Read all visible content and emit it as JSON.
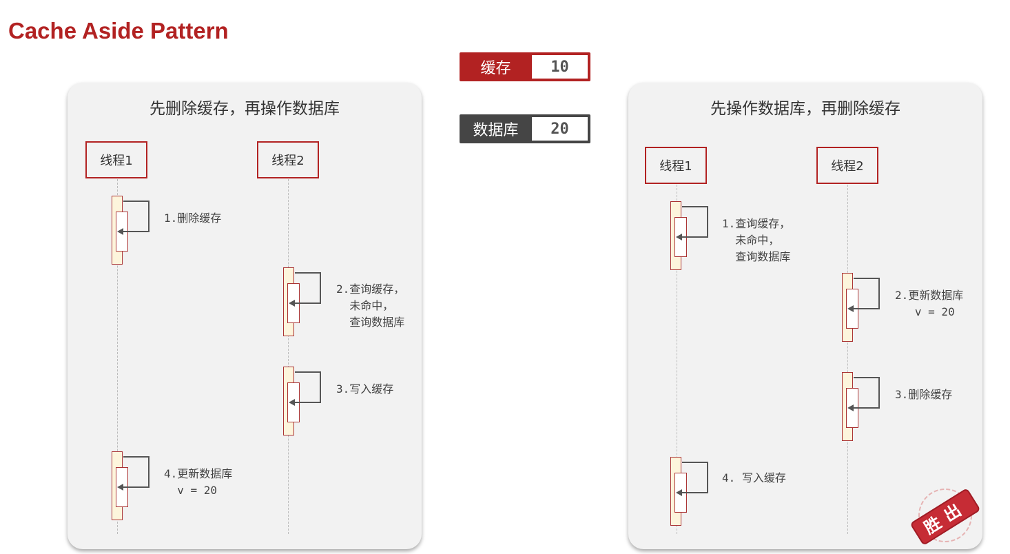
{
  "title": "Cache Aside Pattern",
  "cache": {
    "label": "缓存",
    "value": "10",
    "color": "#b22222"
  },
  "db": {
    "label": "数据库",
    "value": "20",
    "color": "#454545"
  },
  "left": {
    "title": "先删除缓存，再操作数据库",
    "thread1": "线程1",
    "thread2": "线程2",
    "steps": [
      "1.删除缓存",
      "2.查询缓存，\n  未命中，\n  查询数据库",
      "3.写入缓存",
      "4.更新数据库\n  v = 20"
    ]
  },
  "right": {
    "title": "先操作数据库，再删除缓存",
    "thread1": "线程1",
    "thread2": "线程2",
    "steps": [
      "1.查询缓存，\n  未命中，\n  查询数据库",
      "2.更新数据库\n   v = 20",
      "3.删除缓存",
      "4. 写入缓存"
    ]
  },
  "stamp": "胜出"
}
